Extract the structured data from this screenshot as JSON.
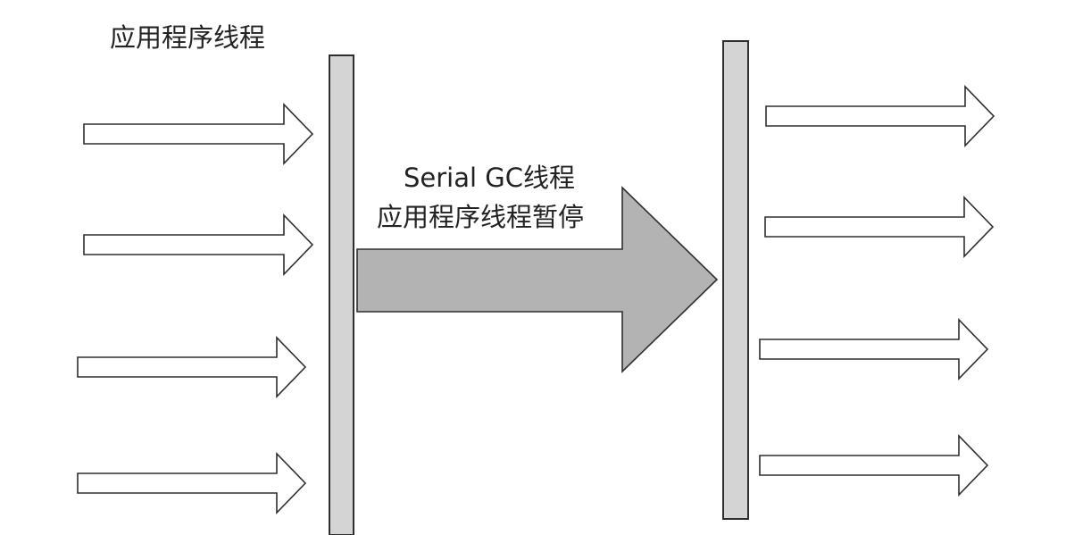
{
  "diagram": {
    "title": "应用程序线程",
    "gc_label_line1": "Serial GC线程",
    "gc_label_line2": "应用程序线程暂停",
    "colors": {
      "barrier_fill": "#d4d4d4",
      "gc_arrow_fill": "#b3b3b3",
      "outline": "#2e2e2e",
      "thread_arrow_fill": "#ffffff",
      "background": "#ffffff"
    }
  }
}
